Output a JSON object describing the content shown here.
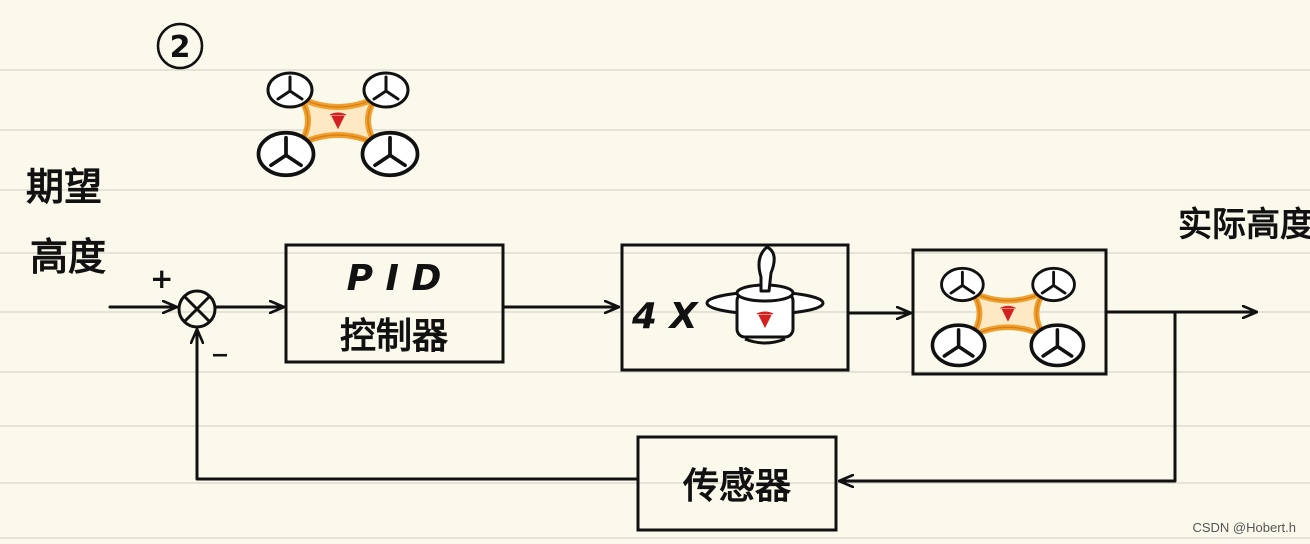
{
  "step_marker": "2",
  "input_label_line1": "期望",
  "input_label_line2": "高度",
  "output_label": "实际高度",
  "plus_sign": "+",
  "minus_sign": "_",
  "pid_box_line1": "P I D",
  "pid_box_line2": "控制器",
  "motor_box_label": "4 X",
  "sensor_box_label": "传感器",
  "watermark": "CSDN @Hobert.h",
  "colors": {
    "paper": "#fbf9ec",
    "ink": "#111111",
    "drone_frame": "#f0a030",
    "logo_red": "#d42020"
  }
}
